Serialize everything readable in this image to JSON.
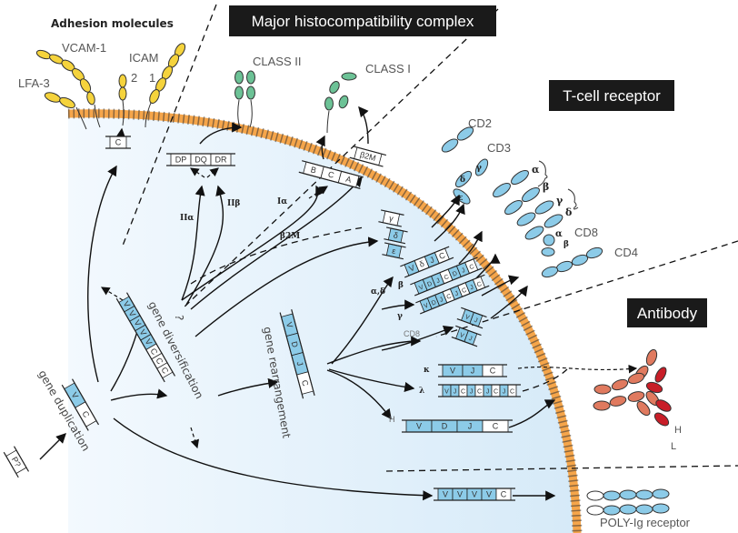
{
  "headers": {
    "mhc": "Major histocompatibility complex",
    "tcr": "T-cell receptor",
    "antibody": "Antibody",
    "adhesion": "Adhesion molecules"
  },
  "molecules": {
    "vcam1": "VCAM-1",
    "icam": "ICAM",
    "icam2": "2",
    "icam1": "1",
    "lfa3": "LFA-3",
    "class2": "CLASS II",
    "class1": "CLASS I",
    "cd2": "CD2",
    "cd3": "CD3",
    "tcr_alpha": "α",
    "tcr_beta": "β",
    "tcr_gamma": "γ",
    "tcr_delta": "δ",
    "cd8": "CD8",
    "cd8_alpha": "α",
    "cd8_beta": "β",
    "cd4": "CD4",
    "ab_h": "H",
    "ab_l": "L",
    "polyig": "POLY-Ig receptor",
    "cd3_gamma": "γ",
    "cd3_delta": "δ",
    "cd3_epsilon": "ε"
  },
  "arrow_labels": {
    "ii_alpha": "IIα",
    "ii_beta": "IIβ",
    "i_alpha": "Iα",
    "b2m": "β2M",
    "alpha_delta": "α,δ",
    "beta": "β",
    "gamma": "γ",
    "cd8": "CD8",
    "kappa": "κ",
    "lambda": "λ",
    "heavy": "H",
    "unknown": "?"
  },
  "processes": {
    "diversification": "gene diversification",
    "rearrangement": "gene rearrangement",
    "duplication": "gene duplication"
  },
  "colors": {
    "cell": "#dcedf9",
    "membrane": "#f5a54a",
    "gene_blue": "#8ccbe8",
    "adhesion": "#f5d33c",
    "mhc": "#6cc296",
    "tcr": "#8ccbe8",
    "antibody_heavy": "#e07a5f",
    "antibody_light": "#c81e28"
  },
  "genes": {
    "adhesion_c": [
      [
        "C",
        0
      ]
    ],
    "mhc2": [
      [
        "DP",
        0
      ],
      [
        "DQ",
        0
      ],
      [
        "DR",
        0
      ]
    ],
    "mhc1": [
      [
        "B",
        0
      ],
      [
        "C",
        0
      ],
      [
        "A",
        0
      ]
    ],
    "b2m": [
      [
        "β2M",
        0
      ]
    ],
    "cd3_g": [
      [
        "γ",
        0
      ]
    ],
    "cd3_d": [
      [
        "δ",
        1
      ]
    ],
    "cd3_e": [
      [
        "ε",
        1
      ]
    ],
    "tcr_a": [
      [
        "V",
        1
      ],
      [
        "δ",
        0
      ],
      [
        "J",
        1
      ],
      [
        "C",
        0
      ]
    ],
    "tcr_b": [
      [
        "V",
        1
      ],
      [
        "D",
        1
      ],
      [
        "J",
        1
      ],
      [
        "C",
        0
      ],
      [
        "D",
        1
      ],
      [
        "J",
        1
      ],
      [
        "C",
        0
      ]
    ],
    "tcr_g": [
      [
        "V",
        1
      ],
      [
        "D",
        1
      ],
      [
        "J",
        1
      ],
      [
        "C",
        0
      ],
      [
        "J",
        1
      ],
      [
        "C",
        0
      ],
      [
        "J",
        1
      ],
      [
        "C",
        0
      ]
    ],
    "cd8_1": [
      [
        "V",
        1
      ],
      [
        "J",
        1
      ]
    ],
    "cd8_2": [
      [
        "V",
        1
      ],
      [
        "J",
        1
      ]
    ],
    "diversification": [
      [
        "V",
        1
      ],
      [
        "V",
        1
      ],
      [
        "V",
        1
      ],
      [
        "V",
        1
      ],
      [
        "V",
        1
      ],
      [
        "C",
        0
      ],
      [
        "C",
        0
      ],
      [
        "C",
        0
      ]
    ],
    "vc": [
      [
        "V",
        1
      ],
      [
        "C",
        0
      ]
    ],
    "p": [
      [
        "P?",
        0
      ]
    ],
    "rearrangement": [
      [
        "V",
        1
      ],
      [
        "D",
        1
      ],
      [
        "J",
        1
      ],
      [
        "C",
        0
      ]
    ],
    "kappa": [
      [
        "V",
        1
      ],
      [
        "J",
        1
      ],
      [
        "C",
        0
      ]
    ],
    "lambda": [
      [
        "V",
        1
      ],
      [
        "J",
        1
      ],
      [
        "C",
        0
      ],
      [
        "J",
        1
      ],
      [
        "C",
        0
      ],
      [
        "J",
        1
      ],
      [
        "C",
        0
      ],
      [
        "J",
        1
      ],
      [
        "C",
        0
      ]
    ],
    "heavy": [
      [
        "V",
        1
      ],
      [
        "D",
        1
      ],
      [
        "J",
        1
      ],
      [
        "C",
        0
      ]
    ],
    "polyig": [
      [
        "V",
        1
      ],
      [
        "V",
        1
      ],
      [
        "V",
        1
      ],
      [
        "V",
        1
      ],
      [
        "C",
        0
      ]
    ]
  }
}
